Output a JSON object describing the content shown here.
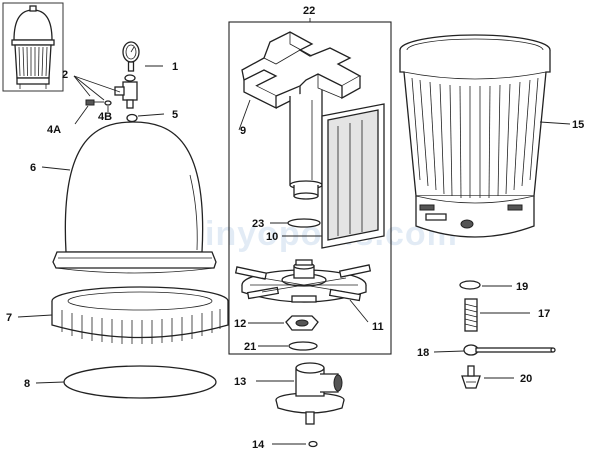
{
  "diagram": {
    "callouts": [
      {
        "id": "c1",
        "label": "1"
      },
      {
        "id": "c2",
        "label": "2"
      },
      {
        "id": "c4a",
        "label": "4A"
      },
      {
        "id": "c4b",
        "label": "4B"
      },
      {
        "id": "c5",
        "label": "5"
      },
      {
        "id": "c6",
        "label": "6"
      },
      {
        "id": "c7",
        "label": "7"
      },
      {
        "id": "c8",
        "label": "8"
      },
      {
        "id": "c9",
        "label": "9"
      },
      {
        "id": "c10",
        "label": "10"
      },
      {
        "id": "c11",
        "label": "11"
      },
      {
        "id": "c12",
        "label": "12"
      },
      {
        "id": "c13",
        "label": "13"
      },
      {
        "id": "c14",
        "label": "14"
      },
      {
        "id": "c15",
        "label": "15"
      },
      {
        "id": "c17",
        "label": "17"
      },
      {
        "id": "c18",
        "label": "18"
      },
      {
        "id": "c19",
        "label": "19"
      },
      {
        "id": "c20",
        "label": "20"
      },
      {
        "id": "c21",
        "label": "21"
      },
      {
        "id": "c22",
        "label": "22"
      },
      {
        "id": "c23",
        "label": "23"
      }
    ],
    "watermark": "inyopools.com"
  }
}
